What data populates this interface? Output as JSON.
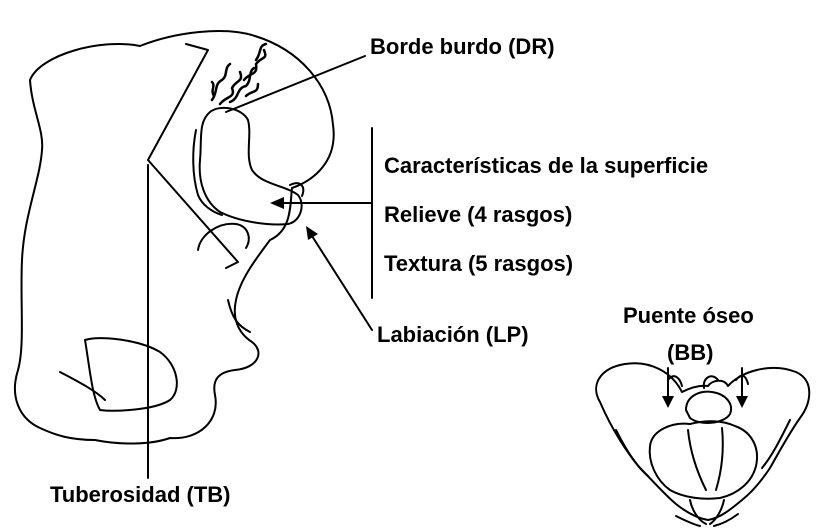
{
  "labels": {
    "borde_burdo": "Borde burdo (DR)",
    "caracteristicas": "Características de la superficie",
    "relieve": "Relieve (4 rasgos)",
    "textura": "Textura (5 rasgos)",
    "labiacion": "Labiación (LP)",
    "puente_oseo_line1": "Puente óseo",
    "puente_oseo_line2": "(BB)",
    "tuberosidad": "Tuberosidad (TB)"
  },
  "colors": {
    "ink": "#000000",
    "background": "#ffffff"
  }
}
